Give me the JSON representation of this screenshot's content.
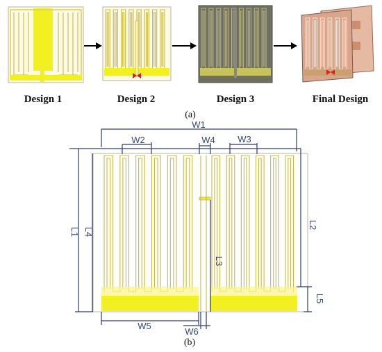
{
  "designs": {
    "d1": "Design 1",
    "d2": "Design 2",
    "d3": "Design 3",
    "final": "Final Design"
  },
  "subfig": {
    "a": "(a)",
    "b": "(b)"
  },
  "dimensions": {
    "W1": "W1",
    "W2": "W2",
    "W3": "W3",
    "W4": "W4",
    "W5": "W5",
    "W6": "W6",
    "L1": "L1",
    "L2": "L2",
    "L3": "L3",
    "L4": "L4",
    "L5": "L5"
  },
  "colors": {
    "substrate": "#fdfbe6",
    "copper": "#f2ef22",
    "trace": "#c8b84a",
    "dark_substrate": "#6f705f",
    "final_board": "#d9a58c",
    "port": "#e02020",
    "dimension_line": "#2e3a6a"
  }
}
